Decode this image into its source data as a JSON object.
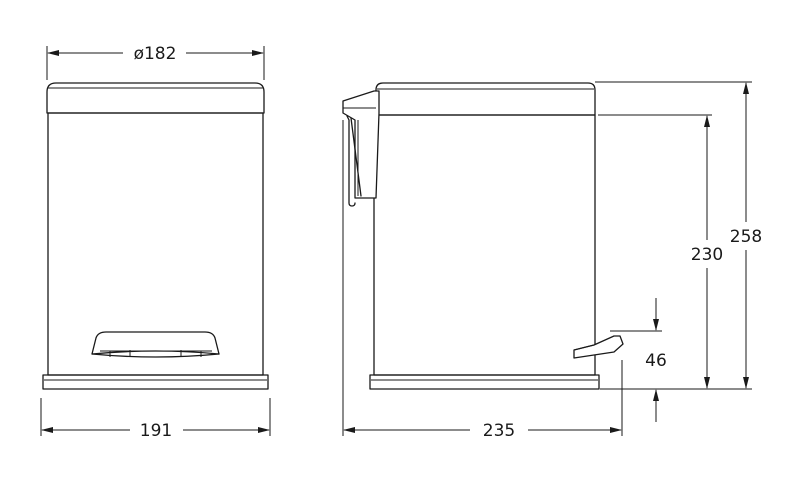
{
  "dimensions": {
    "top_diameter": "ø182",
    "front_width": "191",
    "side_depth": "235",
    "total_height": "258",
    "body_height": "230",
    "pedal_height": "46"
  }
}
